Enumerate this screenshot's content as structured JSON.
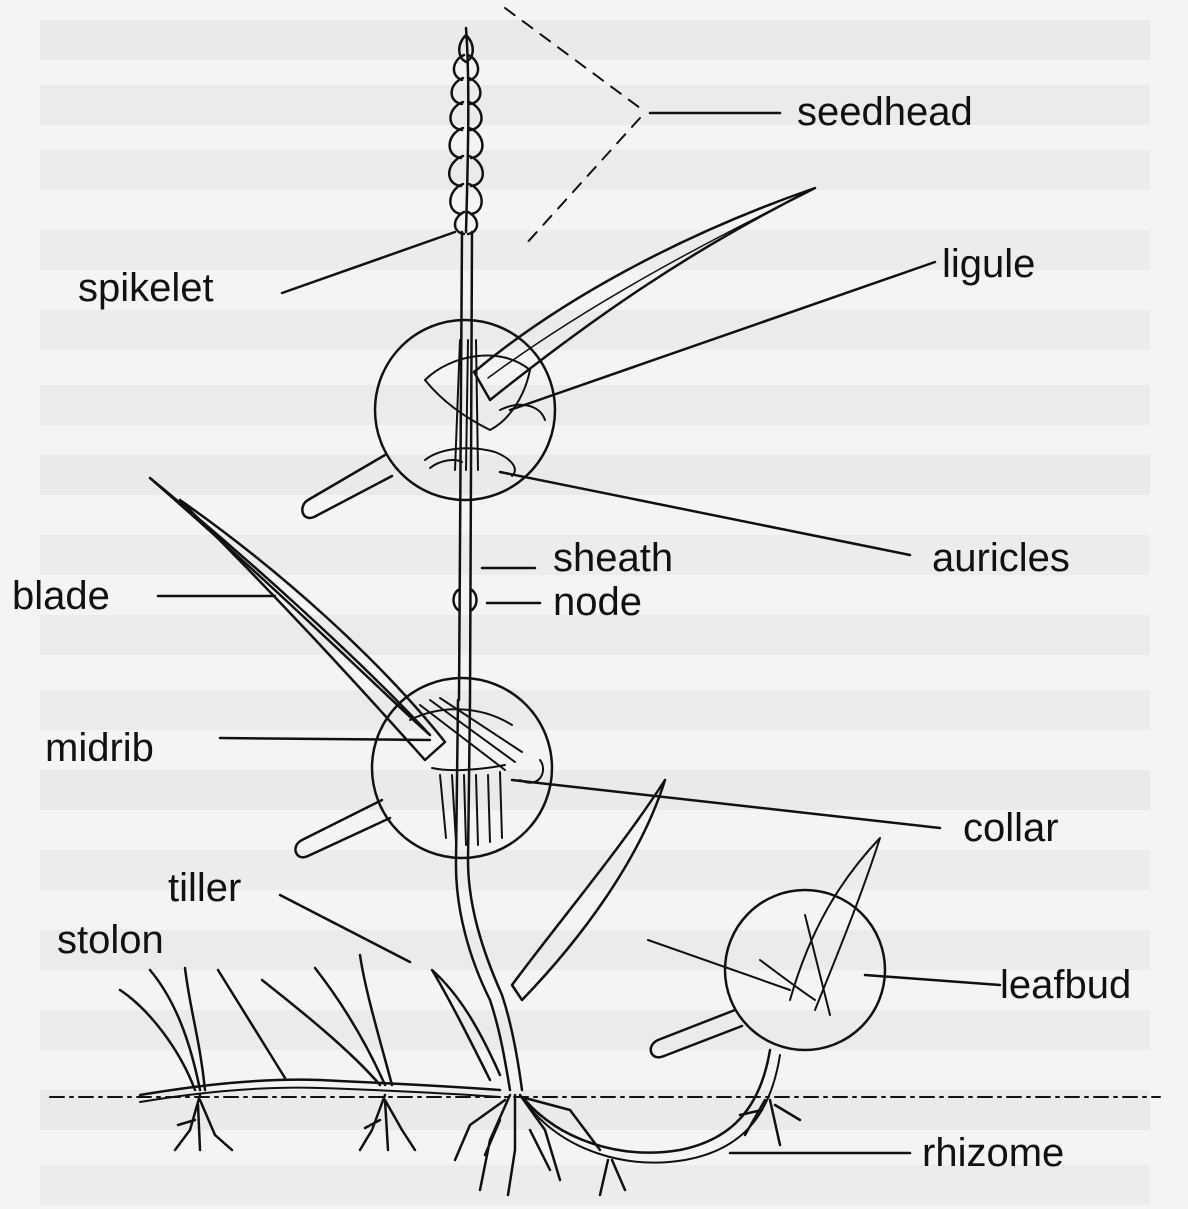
{
  "labels": {
    "seedhead": "seedhead",
    "spikelet": "spikelet",
    "ligule": "ligule",
    "auricles": "auricles",
    "sheath": "sheath",
    "node": "node",
    "blade": "blade",
    "midrib": "midrib",
    "collar": "collar",
    "tiller": "tiller",
    "stolon": "stolon",
    "leafbud": "leafbud",
    "rhizome": "rhizome"
  },
  "colors": {
    "ink": "#111111",
    "paper": "#f4f4f2",
    "bleed_through": "#cfcfcf"
  }
}
